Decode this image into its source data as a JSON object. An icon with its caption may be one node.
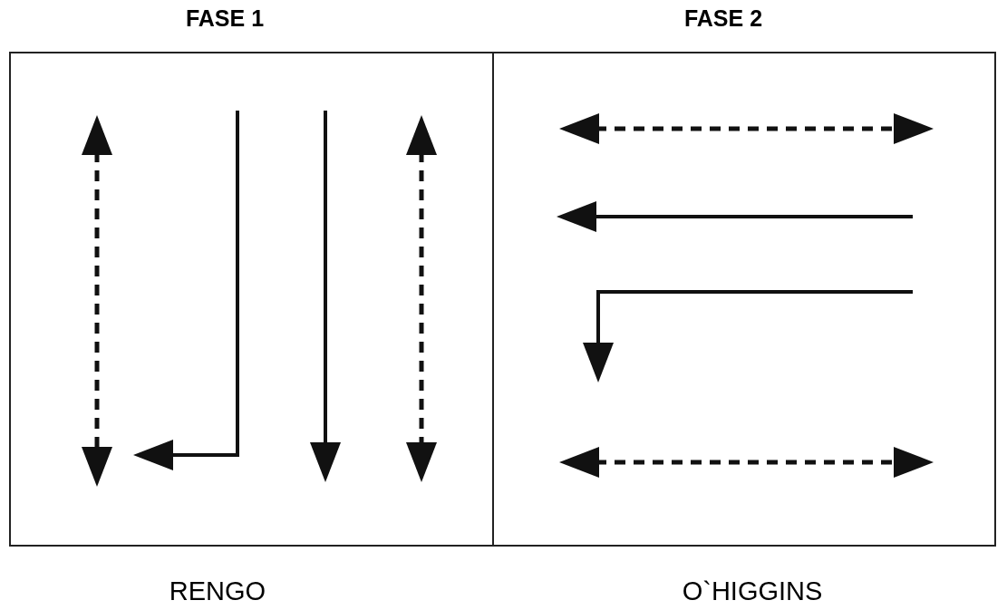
{
  "diagram": {
    "nodes": [
      {
        "text": [
          "FASE 1",
          "RENGO"
        ]
      },
      {
        "text": [
          "FASE 2",
          "O`HIGGINS"
        ]
      }
    ]
  }
}
